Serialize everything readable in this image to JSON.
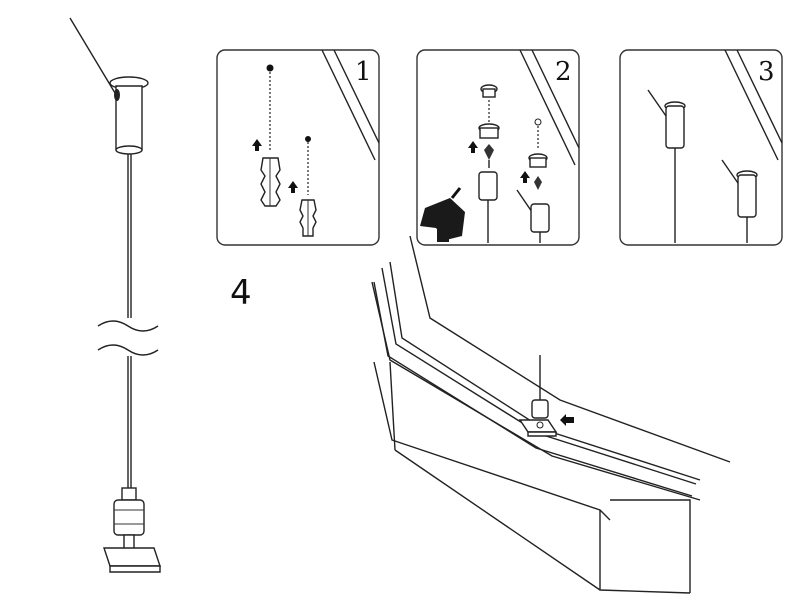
{
  "panels": [
    {
      "label": "1"
    },
    {
      "label": "2"
    },
    {
      "label": "3"
    }
  ],
  "main_step_label": "4",
  "colors": {
    "line": "#222222",
    "background": "#ffffff",
    "panel_border": "#333333"
  }
}
